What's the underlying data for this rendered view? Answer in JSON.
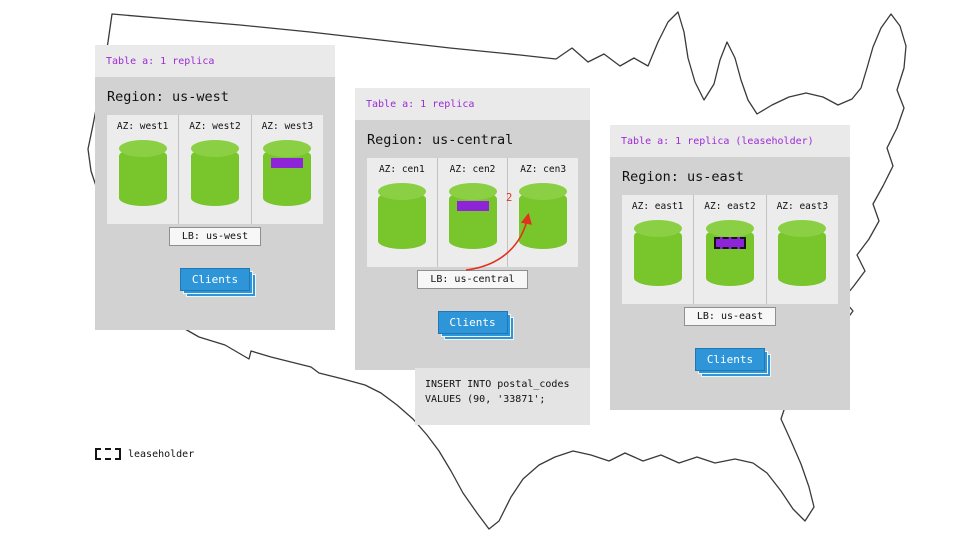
{
  "colors": {
    "header_text_purple": "#9d2bd4",
    "cylinder_green": "#79c52c",
    "replica_purple": "#8e24d8",
    "clients_blue": "#2e96d8",
    "arrow_red": "#e0321e",
    "panel_gray": "#d2d2d2"
  },
  "panels": [
    {
      "id": "us-west",
      "header": "Table a: 1 replica",
      "region": "Region: us-west",
      "azs": [
        {
          "label": "AZ: west1",
          "chip": null
        },
        {
          "label": "AZ: west2",
          "chip": null
        },
        {
          "label": "AZ: west3",
          "chip": "replica"
        }
      ],
      "lb": "LB: us-west",
      "clients": "Clients"
    },
    {
      "id": "us-central",
      "header": "Table a: 1 replica",
      "region": "Region: us-central",
      "azs": [
        {
          "label": "AZ: cen1",
          "chip": null
        },
        {
          "label": "AZ: cen2",
          "chip": "replica"
        },
        {
          "label": "AZ: cen3",
          "chip": null
        }
      ],
      "lb": "LB: us-central",
      "clients": "Clients"
    },
    {
      "id": "us-east",
      "header": "Table a: 1 replica (leaseholder)",
      "region": "Region: us-east",
      "azs": [
        {
          "label": "AZ: east1",
          "chip": null
        },
        {
          "label": "AZ: east2",
          "chip": "leaseholder"
        },
        {
          "label": "AZ: east3",
          "chip": null
        }
      ],
      "lb": "LB: us-east",
      "clients": "Clients"
    }
  ],
  "arrow": {
    "label": "2"
  },
  "sql": {
    "line1": "INSERT INTO postal_codes",
    "line2": "VALUES (90, '33871';"
  },
  "legend": {
    "label": "leaseholder"
  }
}
